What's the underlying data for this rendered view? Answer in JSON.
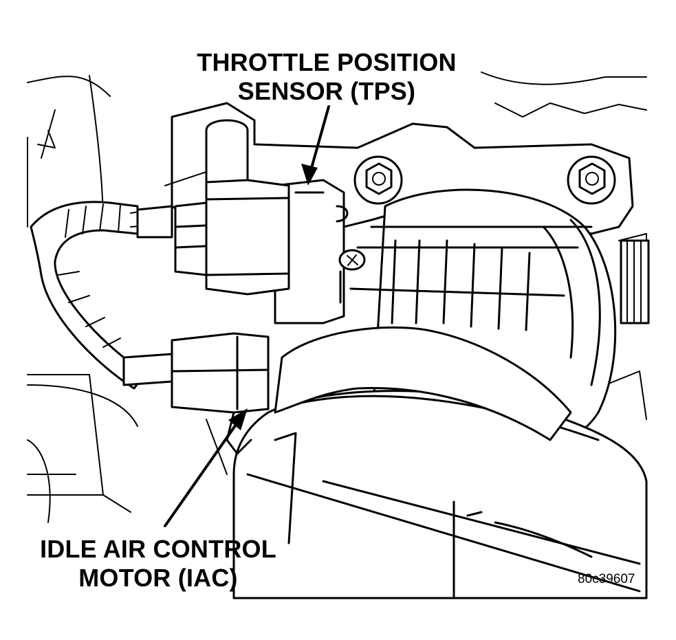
{
  "labels": {
    "tps_line1": "THROTTLE POSITION",
    "tps_line2": "SENSOR (TPS)",
    "iac_line1": "IDLE AIR CONTROL",
    "iac_line2": "MOTOR (IAC)"
  },
  "figure_id": "80c39607"
}
